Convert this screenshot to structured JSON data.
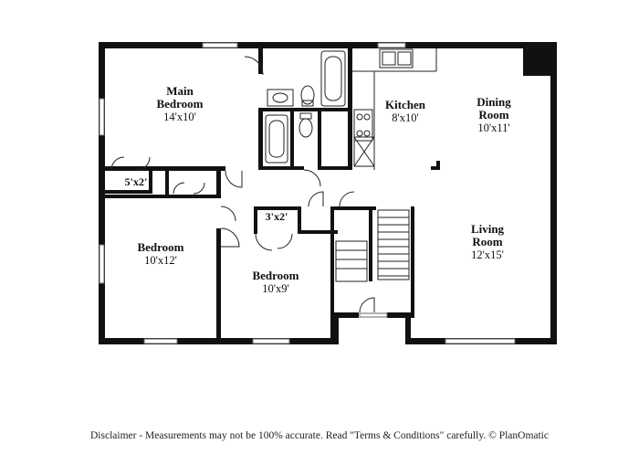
{
  "rooms": {
    "main_bedroom": {
      "name_line1": "Main",
      "name_line2": "Bedroom",
      "dims": "14'x10'"
    },
    "kitchen": {
      "name": "Kitchen",
      "dims": "8'x10'"
    },
    "dining_room": {
      "name_line1": "Dining",
      "name_line2": "Room",
      "dims": "10'x11'"
    },
    "living_room": {
      "name_line1": "Living",
      "name_line2": "Room",
      "dims": "12'x15'"
    },
    "bedroom_left": {
      "name": "Bedroom",
      "dims": "10'x12'"
    },
    "bedroom_center": {
      "name": "Bedroom",
      "dims": "10'x9'"
    },
    "closet_main": {
      "dims": "5'x2'"
    },
    "closet_hall": {
      "dims": "3'x2'"
    }
  },
  "footer": {
    "disclaimer": "Disclaimer - Measurements may not be 100% accurate. Read \"Terms & Conditions\" carefully. © PlanOmatic"
  }
}
